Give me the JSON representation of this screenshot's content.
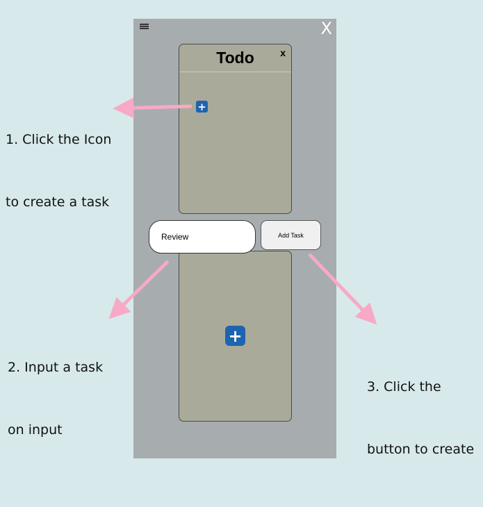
{
  "app": {
    "close_label": "X"
  },
  "todo_card": {
    "title": "Todo",
    "close_label": "x"
  },
  "task_form": {
    "input_value": "Review",
    "add_button_label": "Add Task"
  },
  "annotations": [
    {
      "line1": "1. Click the Icon",
      "line2": "to create a task"
    },
    {
      "line1": "2. Input a task",
      "line2": "on input"
    },
    {
      "line1": "3. Click the",
      "line2": "button to create"
    }
  ],
  "colors": {
    "background": "#d8e9eb",
    "phone": "#a7acaf",
    "card": "#a9aa99",
    "accent_blue": "#1e63b0",
    "arrow_pink": "#f7a9c6"
  },
  "icons": [
    "menu-icon",
    "close-icon",
    "plus-icon"
  ]
}
